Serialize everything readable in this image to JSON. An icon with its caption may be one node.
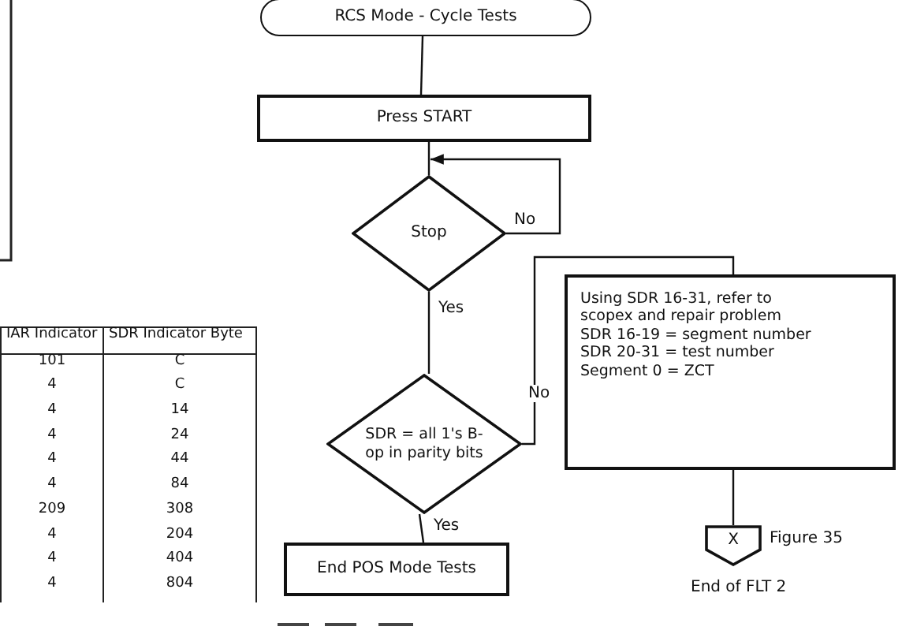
{
  "diagram": {
    "nodes": [
      {
        "text": [
          "RCS Mode - Cycle Tests"
        ]
      },
      {
        "text": [
          "Press START"
        ]
      },
      {
        "text": [
          "Stop"
        ]
      },
      {
        "text": [
          "SDR = all 1's B-op in parity bits"
        ]
      },
      {
        "text": [
          "End POS Mode Tests"
        ]
      },
      {
        "text": [
          "Using SDR 16-31, refer to scopex and repair problem",
          "SDR 16-19 = segment number",
          "SDR 20-31 = test number",
          "Segment 0 = ZCT"
        ]
      },
      {
        "text": [
          "X"
        ],
        "beside": [
          "Figure 35"
        ]
      }
    ],
    "edges": [
      {
        "from": 0,
        "to": 1,
        "arrow": "none"
      },
      {
        "from": 1,
        "to": 2,
        "arrow": "none"
      },
      {
        "from": 2,
        "to": 2,
        "arrow": "to",
        "label": "No"
      },
      {
        "from": 2,
        "to": 3,
        "arrow": "none",
        "label": "Yes"
      },
      {
        "from": 3,
        "to": 4,
        "arrow": "none",
        "label": "Yes"
      },
      {
        "from": 3,
        "to": 5,
        "arrow": "none",
        "label": "No"
      },
      {
        "from": 5,
        "to": 6,
        "arrow": "none"
      }
    ],
    "labels": [
      "End of FLT 2",
      "IAR Indicator",
      "SDR Indicator Byte",
      "101",
      "C",
      "4",
      "C",
      "4",
      "14",
      "4",
      "24",
      "4",
      "44",
      "4",
      "84",
      "209",
      "308",
      "4",
      "204",
      "4",
      "404",
      "4",
      "804"
    ]
  }
}
